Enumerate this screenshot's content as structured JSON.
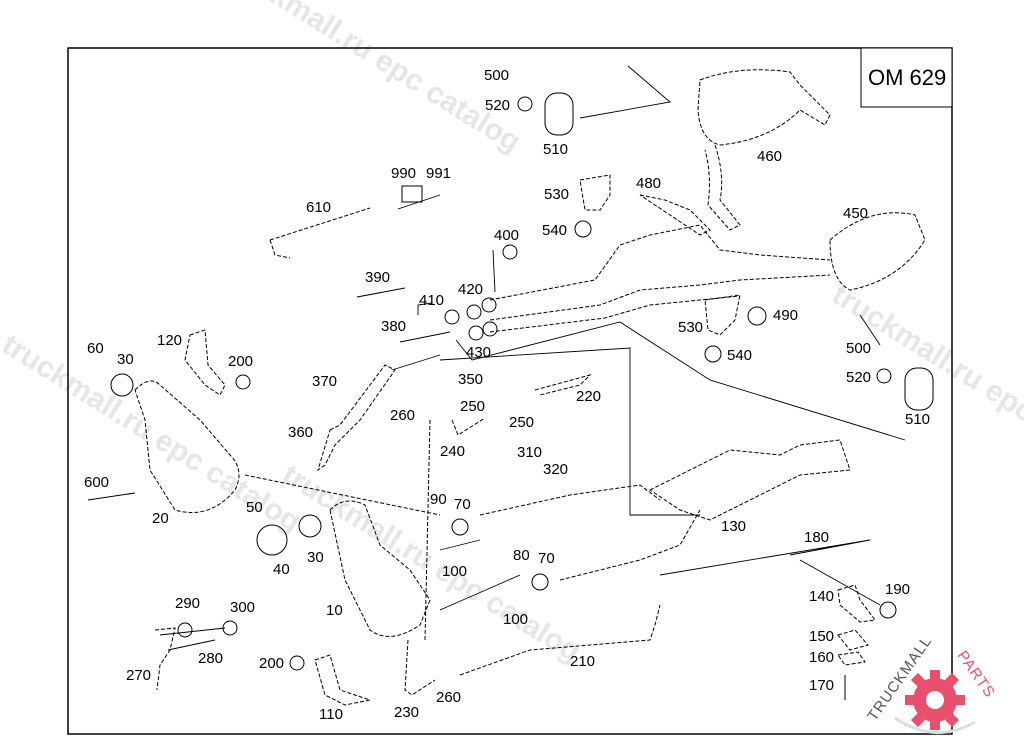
{
  "diagram": {
    "title": "OM 629",
    "watermark_texts": [
      "truckmall.ru epc catalog",
      "truckmall.ru epc catalog",
      "truckmall.ru epc catalog",
      "truckmall.ru epc catalog"
    ],
    "logo": {
      "text_dark": "TRUCKMALL",
      "text_accent": "PARTS",
      "accent_color": "#e8506e"
    },
    "parts": [
      {
        "id": "500a",
        "label": "500"
      },
      {
        "id": "520a",
        "label": "520"
      },
      {
        "id": "510a",
        "label": "510"
      },
      {
        "id": "460",
        "label": "460"
      },
      {
        "id": "990",
        "label": "990"
      },
      {
        "id": "991",
        "label": "991"
      },
      {
        "id": "610",
        "label": "610"
      },
      {
        "id": "530a",
        "label": "530"
      },
      {
        "id": "480",
        "label": "480"
      },
      {
        "id": "540a",
        "label": "540"
      },
      {
        "id": "450",
        "label": "450"
      },
      {
        "id": "400",
        "label": "400"
      },
      {
        "id": "390",
        "label": "390"
      },
      {
        "id": "410",
        "label": "410"
      },
      {
        "id": "420",
        "label": "420"
      },
      {
        "id": "380",
        "label": "380"
      },
      {
        "id": "430",
        "label": "430"
      },
      {
        "id": "530b",
        "label": "530"
      },
      {
        "id": "490",
        "label": "490"
      },
      {
        "id": "540b",
        "label": "540"
      },
      {
        "id": "500b",
        "label": "500"
      },
      {
        "id": "520b",
        "label": "520"
      },
      {
        "id": "510b",
        "label": "510"
      },
      {
        "id": "60",
        "label": "60"
      },
      {
        "id": "30a",
        "label": "30"
      },
      {
        "id": "120",
        "label": "120"
      },
      {
        "id": "200a",
        "label": "200"
      },
      {
        "id": "370",
        "label": "370"
      },
      {
        "id": "350",
        "label": "350"
      },
      {
        "id": "360",
        "label": "360"
      },
      {
        "id": "260a",
        "label": "260"
      },
      {
        "id": "250a",
        "label": "250"
      },
      {
        "id": "250b",
        "label": "250"
      },
      {
        "id": "220",
        "label": "220"
      },
      {
        "id": "240",
        "label": "240"
      },
      {
        "id": "310",
        "label": "310"
      },
      {
        "id": "320",
        "label": "320"
      },
      {
        "id": "600",
        "label": "600"
      },
      {
        "id": "20",
        "label": "20"
      },
      {
        "id": "50",
        "label": "50"
      },
      {
        "id": "90",
        "label": "90"
      },
      {
        "id": "70a",
        "label": "70"
      },
      {
        "id": "130",
        "label": "130"
      },
      {
        "id": "40",
        "label": "40"
      },
      {
        "id": "30b",
        "label": "30"
      },
      {
        "id": "100a",
        "label": "100"
      },
      {
        "id": "180",
        "label": "180"
      },
      {
        "id": "80",
        "label": "80"
      },
      {
        "id": "70b",
        "label": "70"
      },
      {
        "id": "10",
        "label": "10"
      },
      {
        "id": "100b",
        "label": "100"
      },
      {
        "id": "140",
        "label": "140"
      },
      {
        "id": "190",
        "label": "190"
      },
      {
        "id": "290",
        "label": "290"
      },
      {
        "id": "300",
        "label": "300"
      },
      {
        "id": "280",
        "label": "280"
      },
      {
        "id": "270",
        "label": "270"
      },
      {
        "id": "200b",
        "label": "200"
      },
      {
        "id": "210",
        "label": "210"
      },
      {
        "id": "150",
        "label": "150"
      },
      {
        "id": "160",
        "label": "160"
      },
      {
        "id": "110",
        "label": "110"
      },
      {
        "id": "230",
        "label": "230"
      },
      {
        "id": "260b",
        "label": "260"
      },
      {
        "id": "170",
        "label": "170"
      }
    ]
  }
}
